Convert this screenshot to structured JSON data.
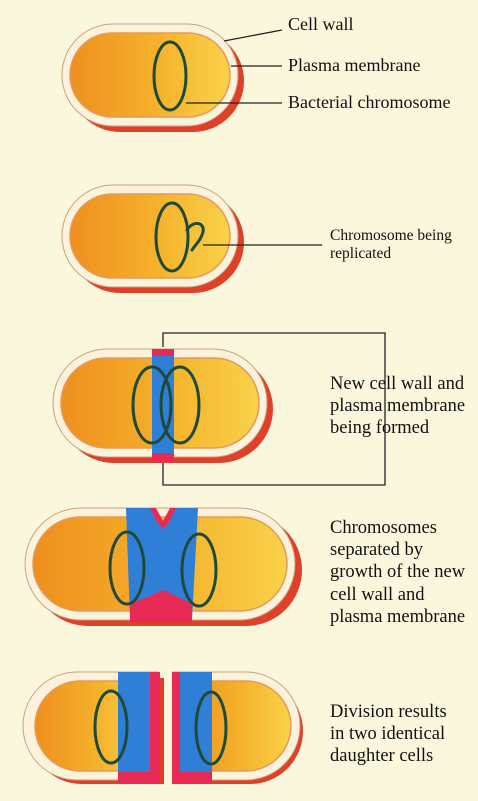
{
  "labels": {
    "cell_wall": "Cell wall",
    "plasma_membrane": "Plasma membrane",
    "bacterial_chromosome": "Bacterial chromosome",
    "replicated": [
      "Chromosome being",
      "replicated"
    ],
    "new_wall": [
      "New cell wall and",
      "plasma membrane",
      "being formed"
    ],
    "separated": [
      "Chromosomes",
      "separated by",
      "growth of the new",
      "cell wall and",
      "plasma membrane"
    ],
    "division": [
      "Division results",
      "in two identical",
      "daughter cells"
    ]
  },
  "colors": {
    "background": "#fbf7dc",
    "cytoplasm_light": "#f7c233",
    "cytoplasm_dark": "#ee8f1e",
    "cell_wall": "#fdf3dc",
    "shadow": "#e0402a",
    "new_wall": "#2f7fd6",
    "new_wall_edge": "#e62a55",
    "chromosome": "#1f4a3a",
    "leader": "#222222"
  }
}
